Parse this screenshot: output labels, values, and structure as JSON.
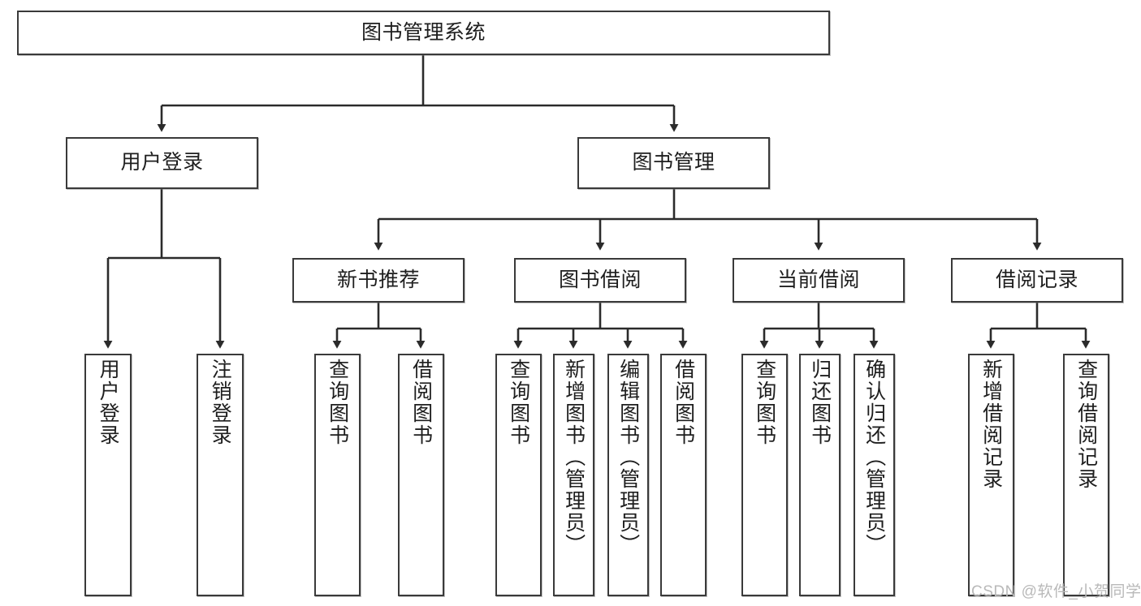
{
  "diagram": {
    "type": "hierarchy-tree",
    "title": "图书管理系统",
    "watermark": "CSDN @软件_小贺同学",
    "style": {
      "box_border_color": "#3a3a3a",
      "box_fill_color": "#ffffff",
      "connector_color": "#2b2b2b",
      "text_color": "#1e1e1e",
      "background_color": "#ffffff",
      "watermark_color": "#b9b9b9"
    },
    "levels": {
      "root": {
        "id": "root",
        "label": "图书管理系统"
      },
      "level2": [
        {
          "id": "user-login",
          "label": "用户登录"
        },
        {
          "id": "book-manage",
          "label": "图书管理"
        }
      ],
      "level3": [
        {
          "id": "new-book-recommend",
          "label": "新书推荐",
          "parent": "book-manage"
        },
        {
          "id": "book-borrow",
          "label": "图书借阅",
          "parent": "book-manage"
        },
        {
          "id": "current-borrow",
          "label": "当前借阅",
          "parent": "book-manage"
        },
        {
          "id": "borrow-record",
          "label": "借阅记录",
          "parent": "book-manage"
        }
      ],
      "leaves": [
        {
          "id": "leaf-user-login",
          "label": "用户登录",
          "parent": "user-login"
        },
        {
          "id": "leaf-user-logout",
          "label": "注销登录",
          "parent": "user-login"
        },
        {
          "id": "leaf-query-book-1",
          "label": "查询图书",
          "parent": "new-book-recommend"
        },
        {
          "id": "leaf-borrow-book-1",
          "label": "借阅图书",
          "parent": "new-book-recommend"
        },
        {
          "id": "leaf-query-book-2",
          "label": "查询图书",
          "parent": "book-borrow"
        },
        {
          "id": "leaf-add-book",
          "label": "新增图书（管理员）",
          "parent": "book-borrow"
        },
        {
          "id": "leaf-edit-book",
          "label": "编辑图书（管理员）",
          "parent": "book-borrow"
        },
        {
          "id": "leaf-borrow-book-2",
          "label": "借阅图书",
          "parent": "book-borrow"
        },
        {
          "id": "leaf-query-book-3",
          "label": "查询图书",
          "parent": "current-borrow"
        },
        {
          "id": "leaf-return-book",
          "label": "归还图书",
          "parent": "current-borrow"
        },
        {
          "id": "leaf-confirm-return",
          "label": "确认归还（管理员）",
          "parent": "current-borrow"
        },
        {
          "id": "leaf-add-record",
          "label": "新增借阅记录",
          "parent": "borrow-record"
        },
        {
          "id": "leaf-query-record",
          "label": "查询借阅记录",
          "parent": "borrow-record"
        }
      ]
    }
  }
}
